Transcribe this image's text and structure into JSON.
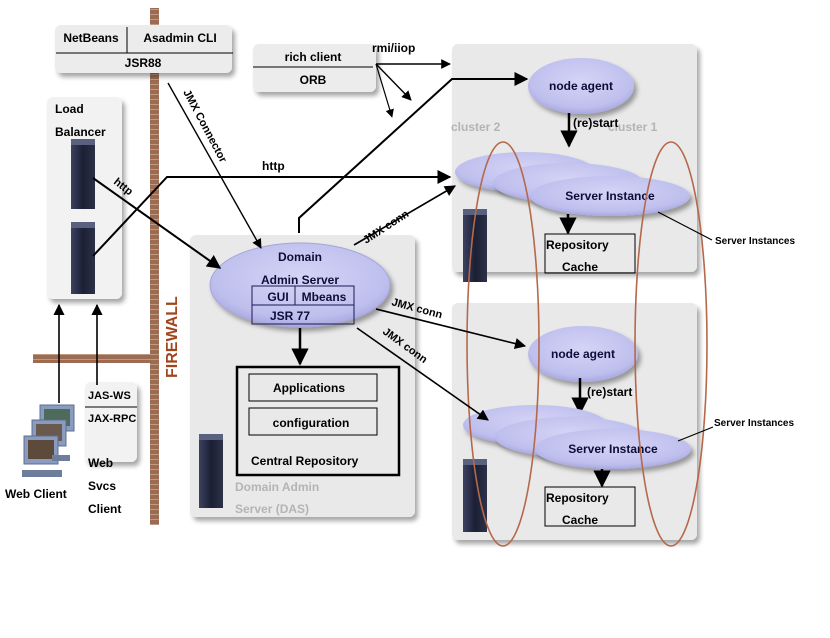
{
  "colors": {
    "panel": "#e9e9e9",
    "panel_light": "#f4f4f4",
    "ellipse_fill": "#c8c8f2",
    "ellipse_stroke": "#9a9ad8",
    "firewall": "#9b6b52",
    "firewall_text": "#a0461e",
    "cluster_ring": "#b5694a",
    "server_rack": "#2a2f45",
    "label_grey": "#b4b4b4"
  },
  "tools_box": {
    "netbeans": "NetBeans",
    "asadmin": "Asadmin CLI",
    "jsr88": "JSR88"
  },
  "rich_client_box": {
    "rich_client": "rich client",
    "orb": "ORB",
    "protocol": "rmi/iiop"
  },
  "load_balancer": {
    "line1": "Load",
    "line2": "Balancer"
  },
  "firewall": {
    "label": "FIREWALL"
  },
  "web_client": {
    "label": "Web Client"
  },
  "ws_client": {
    "jasws": "JAS-WS",
    "jaxrpc": "JAX-RPC",
    "line1": "Web",
    "line2": "Svcs",
    "line3": "Client"
  },
  "connections": {
    "jmx_connector": "JMX Connector",
    "http_lb": "http",
    "http_top": "http",
    "jmx_conn_1": "JMX conn",
    "jmx_conn_2": "JMX conn",
    "jmx_conn_3": "JMX conn"
  },
  "das": {
    "domain": "Domain",
    "admin_server": "Admin Server",
    "gui": "GUI",
    "mbeans": "Mbeans",
    "jsr77": "JSR 77",
    "applications": "Applications",
    "configuration": "configuration",
    "central_repo": "Central Repository",
    "caption1": "Domain Admin",
    "caption2": "Server (DAS)"
  },
  "node_top": {
    "cluster_left": "cluster 2",
    "cluster_right": "cluster 1",
    "node_agent": "node agent",
    "restart": "(re)start",
    "server_instance": "Server Instance",
    "repo1": "Repository",
    "repo2": "Cache",
    "callout": "Server Instances"
  },
  "node_bottom": {
    "node_agent": "node agent",
    "restart": "(re)start",
    "server_instance": "Server Instance",
    "repo1": "Repository",
    "repo2": "Cache",
    "callout": "Server Instances"
  }
}
